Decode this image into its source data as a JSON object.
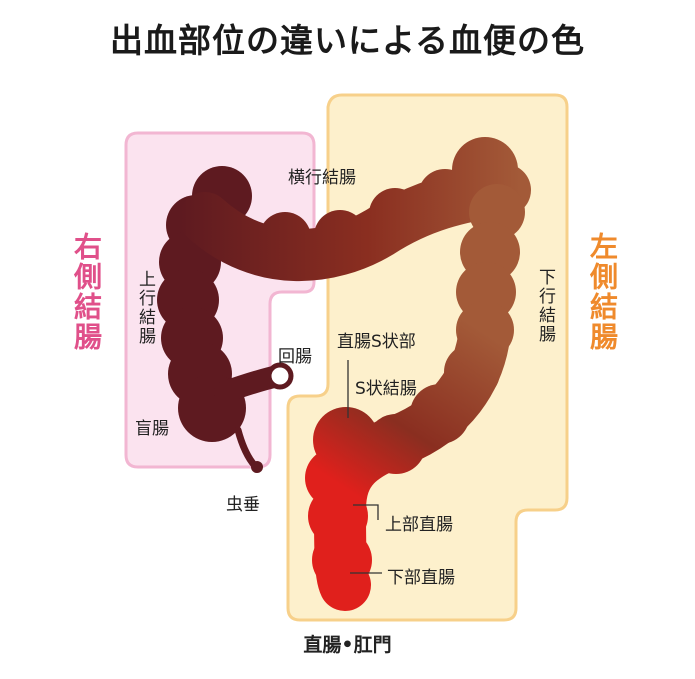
{
  "title": "出血部位の違いによる血便の色",
  "regions": {
    "right_colon": "右側結腸",
    "left_colon": "左側結腸",
    "rectum_anus": "直腸•肛門"
  },
  "labels": {
    "transverse_colon": "横行結腸",
    "ascending_colon": "上行結腸",
    "descending_colon": "下行結腸",
    "ileum": "回腸",
    "cecum": "盲腸",
    "appendix": "虫垂",
    "rectosigmoid": "直腸S状部",
    "sigmoid_colon": "S状結腸",
    "upper_rectum": "上部直腸",
    "lower_rectum": "下部直腸"
  },
  "colors": {
    "dark_blood": "#5e1a20",
    "mid_blood": "#8a2e20",
    "brown_blood": "#a35a38",
    "bright_blood": "#e0201c",
    "right_panel_fill": "#fbe3ef",
    "right_panel_stroke": "#f2b6d2",
    "left_panel_fill": "#fdf0cc",
    "left_panel_stroke": "#f7d08a",
    "right_label": "#e0508a",
    "left_label": "#ef8a2c"
  }
}
